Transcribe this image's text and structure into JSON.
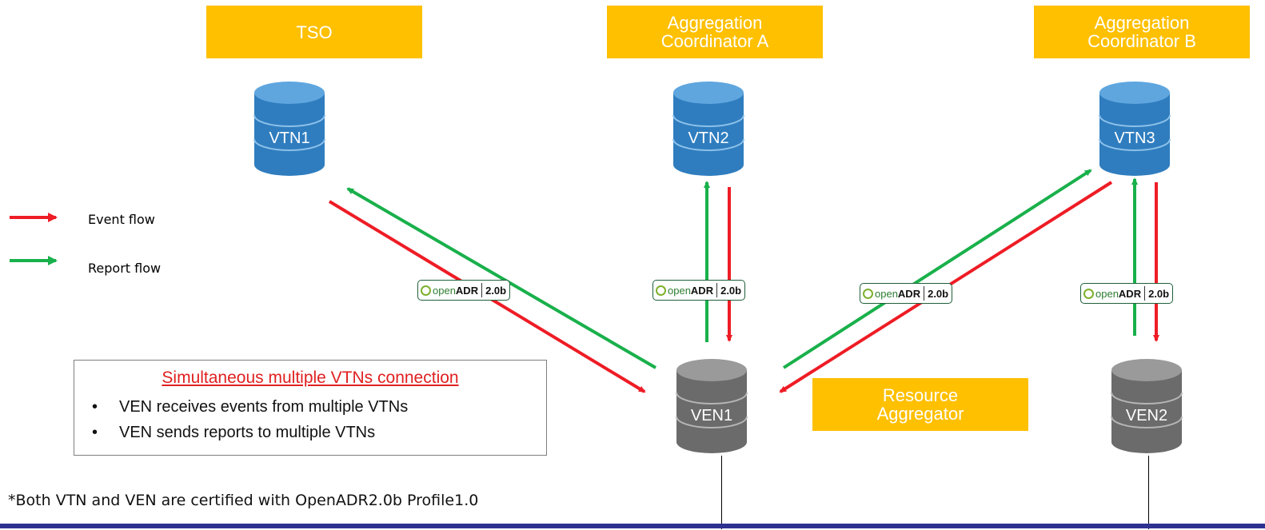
{
  "orgs": {
    "tso": "TSO",
    "coord_a_line1": "Aggregation",
    "coord_a_line2": "Coordinator A",
    "coord_b_line1": "Aggregation",
    "coord_b_line2": "Coordinator B",
    "resource_line1": "Resource",
    "resource_line2": "Aggregator"
  },
  "nodes": {
    "vtn1": "VTN1",
    "vtn2": "VTN2",
    "vtn3": "VTN3",
    "ven1": "VEN1",
    "ven2": "VEN2"
  },
  "legend": {
    "event": "Event flow",
    "report": "Report flow"
  },
  "badge": {
    "open": "open",
    "adr": "ADR",
    "version": "2.0b"
  },
  "note": {
    "title": "Simultaneous multiple VTNs connection",
    "items": [
      "VEN receives events from multiple VTNs",
      "VEN sends reports to multiple VTNs"
    ]
  },
  "footnote": "*Both VTN and VEN are certified with OpenADR2.0b Profile1.0",
  "colors": {
    "event": "#EE1C25",
    "report": "#19B04B",
    "org_box": "#FFC000",
    "vtn": "#2F7DBF",
    "ven": "#6B6B6B",
    "bottom_bar": "#2E3192"
  }
}
